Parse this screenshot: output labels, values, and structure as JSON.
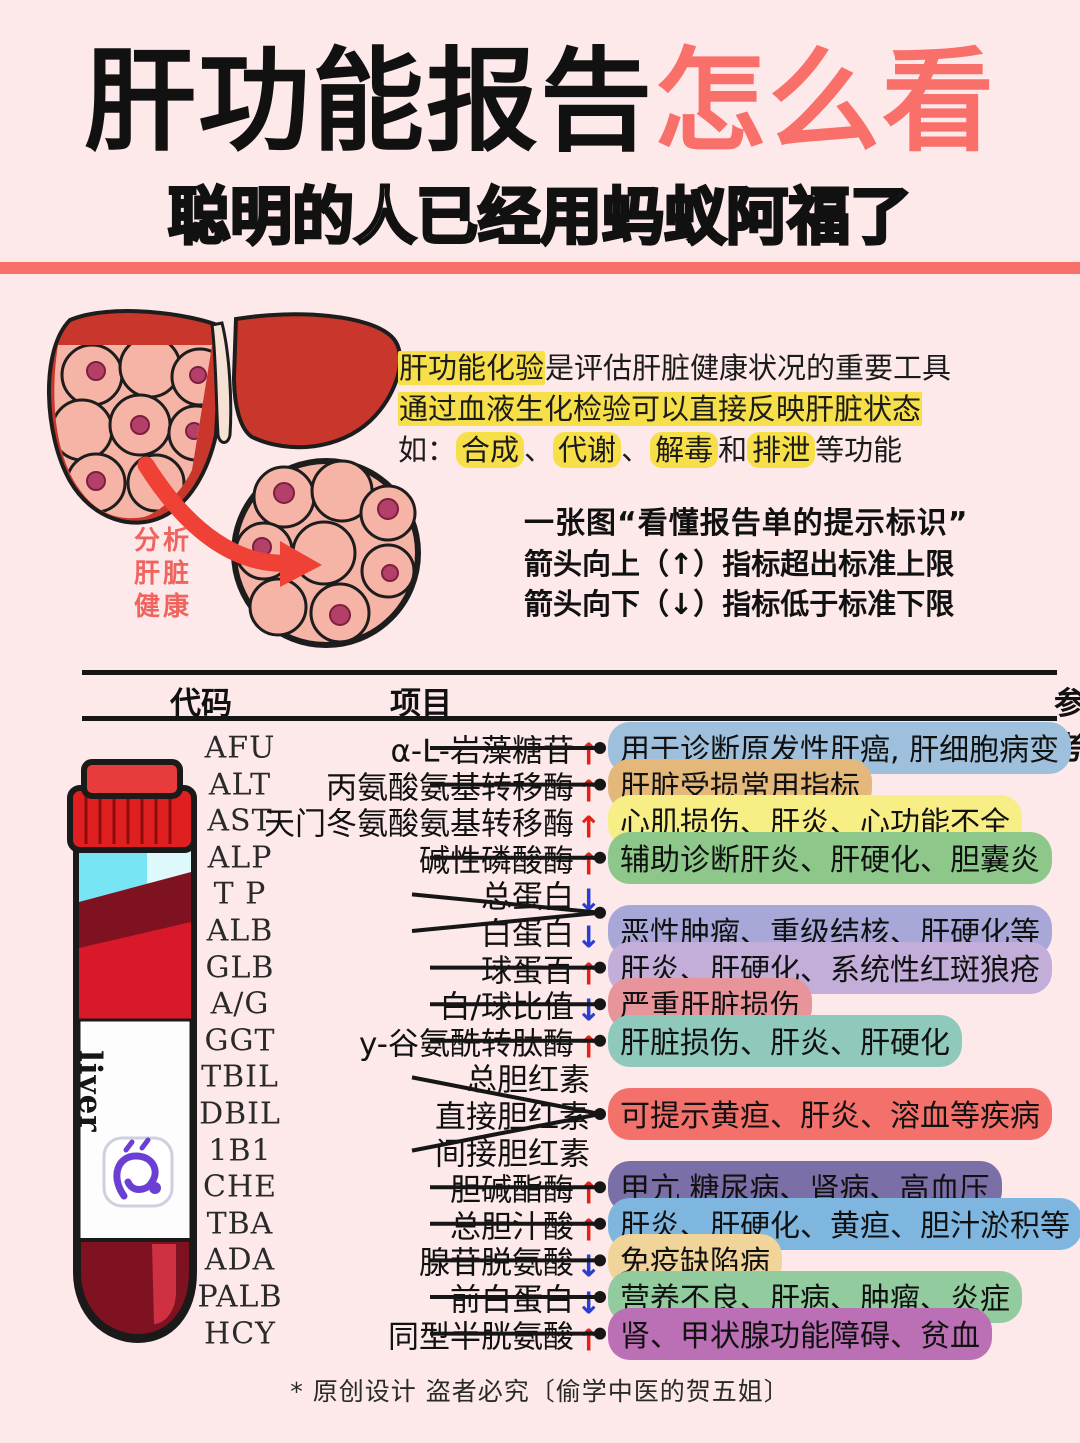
{
  "header": {
    "title_black": "肝功能报告",
    "title_red": "怎么看",
    "subtitle": "聪明的人已经用蚂蚁阿福了",
    "accent_red": "#f9706b",
    "background": "#fde9e9"
  },
  "liver": {
    "caption_line1": "分析",
    "caption_line2": "肝脏",
    "caption_line3": "健康",
    "caption_color": "#f0645f"
  },
  "intro": {
    "line1_hl": "肝功能化验",
    "line1_rest": "是评估肝脏健康状况的重要工具",
    "line2_hl": "通过血液生化检验可以直接反映肝脏状态",
    "line3_prefix": "如：",
    "line3_tags": [
      "合成",
      "代谢",
      "解毒",
      "排泄"
    ],
    "line3_sep1": "、",
    "line3_sep2": "、",
    "line3_mid": "和",
    "line3_suffix": "等功能",
    "highlight_color": "#f7df4a"
  },
  "note": {
    "headline": "一张图“看懂报告单的提示标识”",
    "up_rule": "箭头向上（↑）指标超出标准上限",
    "down_rule": "箭头向下（↓）指标低于标准下限"
  },
  "table": {
    "headers": [
      "代码",
      "项目",
      "参考"
    ],
    "tube_label": "liver",
    "rows": [
      {
        "code": "AFU",
        "item": "α-L-岩藻糖苷",
        "arrow": "up",
        "ref": "用于诊断原发性肝癌, 肝细胞病变",
        "color": "#9fc0dc",
        "group": null
      },
      {
        "code": "ALT",
        "item": "丙氨酸氨基转移酶",
        "arrow": "up",
        "ref": "肝脏受损常用指标",
        "color": "#e3b87a",
        "group": null
      },
      {
        "code": "AST",
        "item": "天门冬氨酸氨基转移酶",
        "arrow": "up",
        "ref": "心肌损伤、肝炎、心功能不全",
        "color": "#f7ef85",
        "group": null,
        "no_line": true
      },
      {
        "code": "ALP",
        "item": "碱性磷酸酶",
        "arrow": "up",
        "ref": "辅助诊断肝炎、肝硬化、胆囊炎",
        "color": "#8dc88a",
        "group": null
      },
      {
        "code": "T P",
        "item": "总蛋白",
        "arrow": "down",
        "ref": null,
        "color": null,
        "group": "g1"
      },
      {
        "code": "ALB",
        "item": "白蛋白",
        "arrow": "down",
        "ref": "恶性肿瘤、重级结核、肝硬化等",
        "color": "#a8a8d8",
        "group": "g1"
      },
      {
        "code": "GLB",
        "item": "球蛋百",
        "arrow": "up",
        "ref": "肝炎、肝硬化、系统性红斑狼疮",
        "color": "#c2aed8",
        "group": null
      },
      {
        "code": "A/G",
        "item": "白/球比值",
        "arrow": "down",
        "ref": "严重肝脏损伤",
        "color": "#e8949b",
        "group": null
      },
      {
        "code": "GGT",
        "item": "y-谷氨酰转肽酶",
        "arrow": "up",
        "ref": "肝脏损伤、肝炎、肝硬化",
        "color": "#8fc9bc",
        "group": null
      },
      {
        "code": "TBIL",
        "item": "总胆红素",
        "arrow": null,
        "ref": null,
        "color": null,
        "group": "g2"
      },
      {
        "code": "DBIL",
        "item": "直接胆红素",
        "arrow": null,
        "ref": "可提示黄疸、肝炎、溶血等疾病",
        "color": "#f4706b",
        "group": "g2"
      },
      {
        "code": "1B1",
        "item": "间接胆红素",
        "arrow": null,
        "ref": null,
        "color": null,
        "group": "g2"
      },
      {
        "code": "CHE",
        "item": "胆碱酯酶",
        "arrow": "up",
        "ref": "甲亢 糖尿病、肾病、高血压",
        "color": "#7b6fa8",
        "group": null
      },
      {
        "code": "TBA",
        "item": "总胆汁酸",
        "arrow": "up",
        "ref": "肝炎、肝硬化、黄疸、胆汁淤积等",
        "color": "#7eb6e0",
        "group": null
      },
      {
        "code": "ADA",
        "item": "腺苷脱氨酸",
        "arrow": "down",
        "ref": "免疫缺陷病",
        "color": "#f0d49a",
        "group": null
      },
      {
        "code": "PALB",
        "item": "前白蛋白",
        "arrow": "down",
        "ref": "营养不良、肝病、肿瘤、炎症",
        "color": "#92cb9e",
        "group": null
      },
      {
        "code": "HCY",
        "item": "同型半胱氨酸",
        "arrow": "up",
        "ref": "肾、甲状腺功能障碍、贫血",
        "color": "#bb6fb4",
        "group": null
      }
    ]
  },
  "footer": {
    "text": "* 原创设计  盗者必究〔偷学中医的贺五姐〕"
  }
}
